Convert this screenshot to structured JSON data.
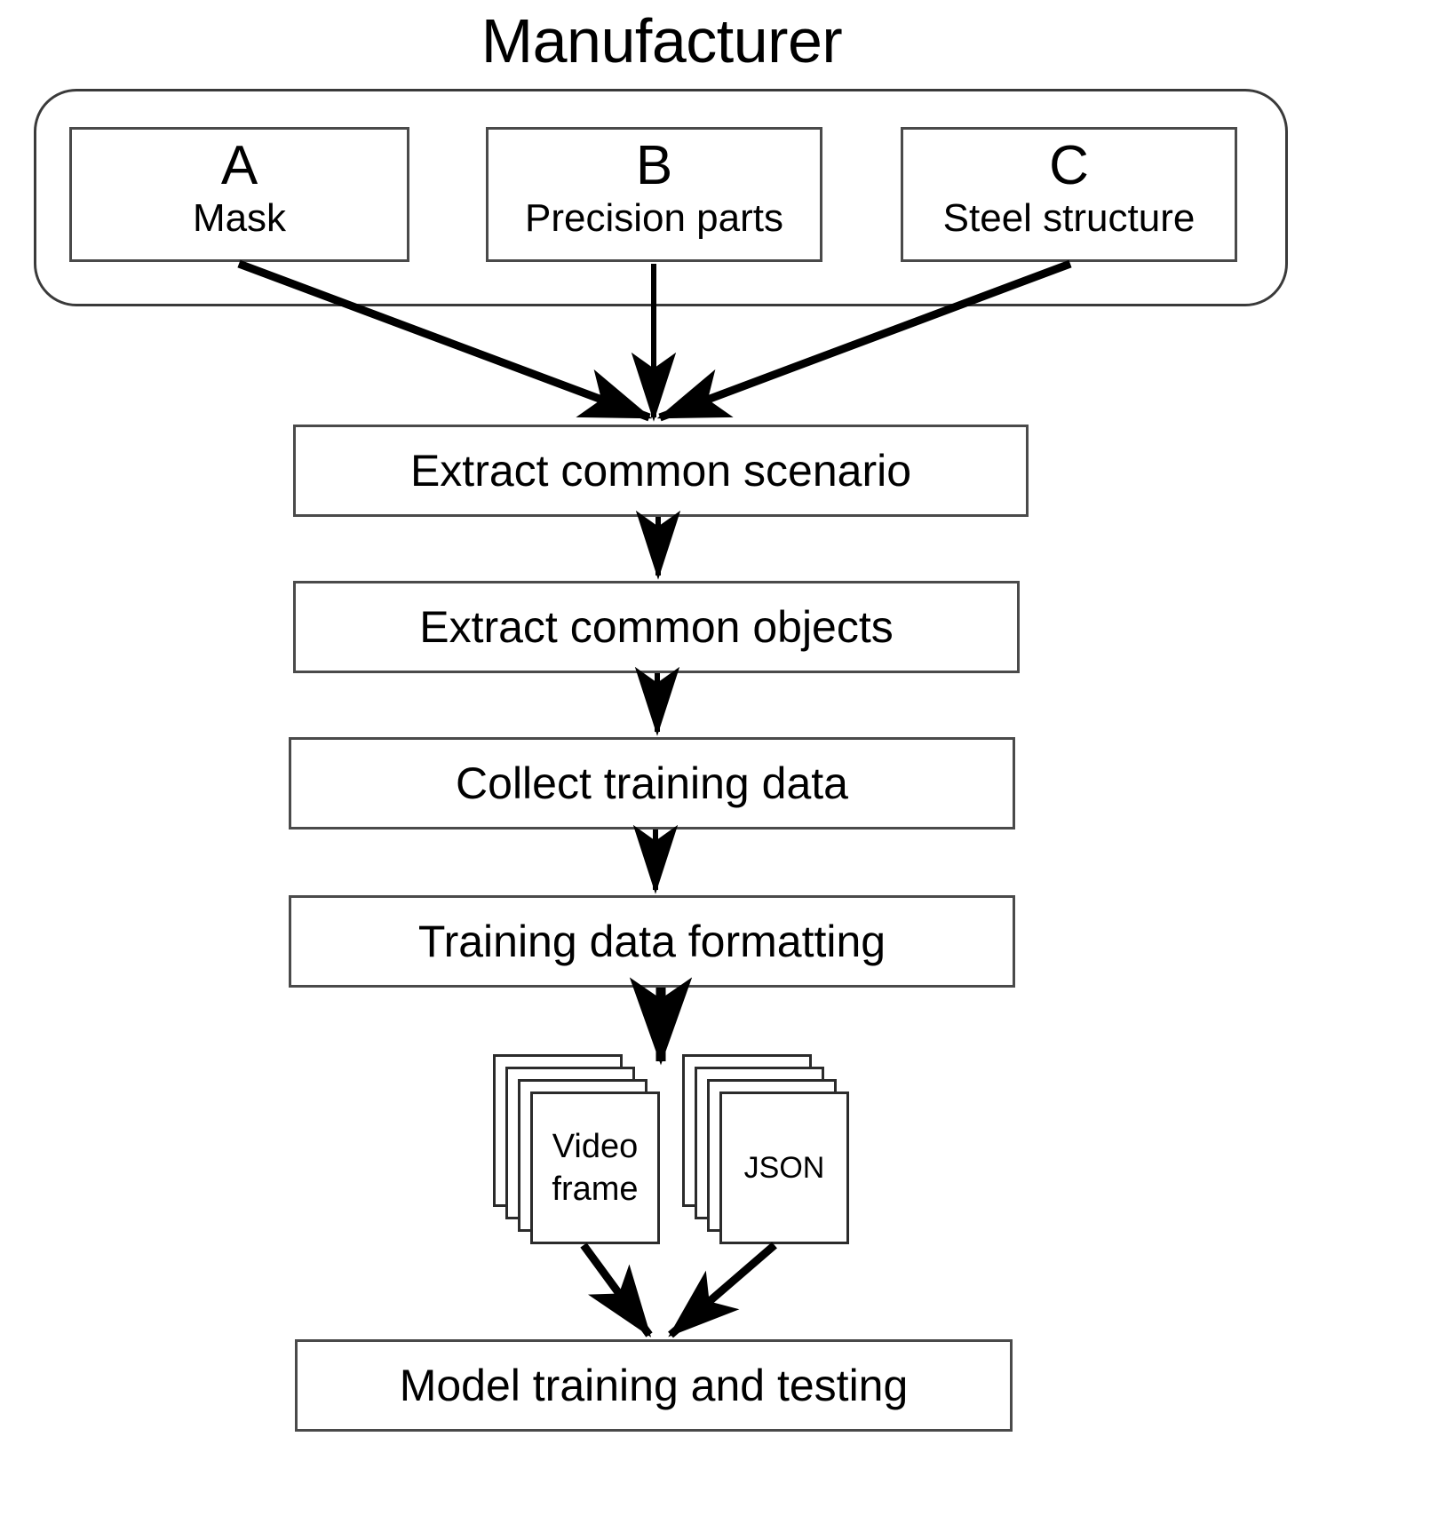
{
  "diagram": {
    "title": "Manufacturer",
    "type": "flowchart"
  },
  "manufacturer_group": {
    "label": "Manufacturer",
    "sources": [
      {
        "letter": "A",
        "label": "Mask"
      },
      {
        "letter": "B",
        "label": "Precision parts"
      },
      {
        "letter": "C",
        "label": "Steel structure"
      }
    ]
  },
  "pipeline": {
    "steps": [
      {
        "id": "scenario",
        "label": "Extract common scenario"
      },
      {
        "id": "objects",
        "label": "Extract common objects"
      },
      {
        "id": "collect",
        "label": "Collect training data"
      },
      {
        "id": "format",
        "label": "Training data formatting"
      },
      {
        "id": "model",
        "label": "Model training and testing"
      }
    ]
  },
  "artifacts": [
    {
      "id": "video-frame",
      "label": "Video frame",
      "line1": "Video",
      "line2": "frame",
      "cards": 4
    },
    {
      "id": "json",
      "label": "JSON",
      "line1": "JSON",
      "line2": "",
      "cards": 4
    }
  ],
  "colors": {
    "background": "#ffffff",
    "stroke": "#4a4a4a",
    "stroke_dark": "#2b2b2b",
    "text": "#000000"
  }
}
